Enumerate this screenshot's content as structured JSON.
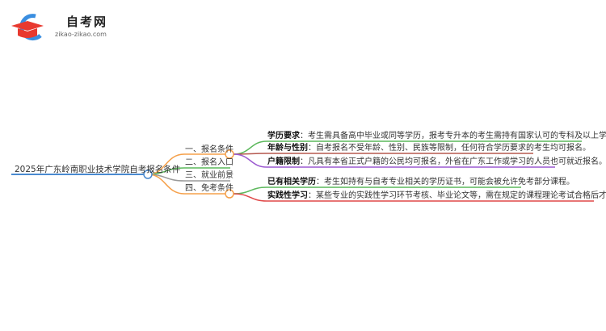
{
  "logo": {
    "title": "自考网",
    "url": "zikao-zikao.com"
  },
  "root": {
    "label": "2025年广东岭南职业技术学院自考报名条件",
    "color": "#4a8ad0"
  },
  "branches": [
    {
      "label": "一、报名条件",
      "color": "#f5a04a"
    },
    {
      "label": "二、报名入口",
      "color": "#5cb85c"
    },
    {
      "label": "三、就业前景",
      "color": "#9a9a9a"
    },
    {
      "label": "四、免考条件",
      "color": "#f5a04a"
    }
  ],
  "leaves": [
    {
      "title": "学历要求",
      "text": "：考生需具备高中毕业或同等学历，报考专升本的考生需持有国家认可的专科及以上学历证书。",
      "color": "#5cb85c"
    },
    {
      "title": "年龄与性别",
      "text": "：自考报名不受年龄、性别、民族等限制，任何符合学历要求的考生均可报名。",
      "color": "#b5584f"
    },
    {
      "title": "户籍限制",
      "text": "：凡具有本省正式户籍的公民均可报名，外省在广东工作或学习的人员也可就近报名。",
      "color": "#9b59d0"
    },
    {
      "title": "已有相关学历",
      "text": "：考生如持有与自考专业相关的学历证书，可能会被允许免考部分课程。",
      "color": "#5cb85c"
    },
    {
      "title": "实践性学习",
      "text": "：某些专业的实践性学习环节考核、毕业论文等，需在规定的课程理论考试合格后才能申请免考。",
      "color": "#e04848"
    }
  ]
}
